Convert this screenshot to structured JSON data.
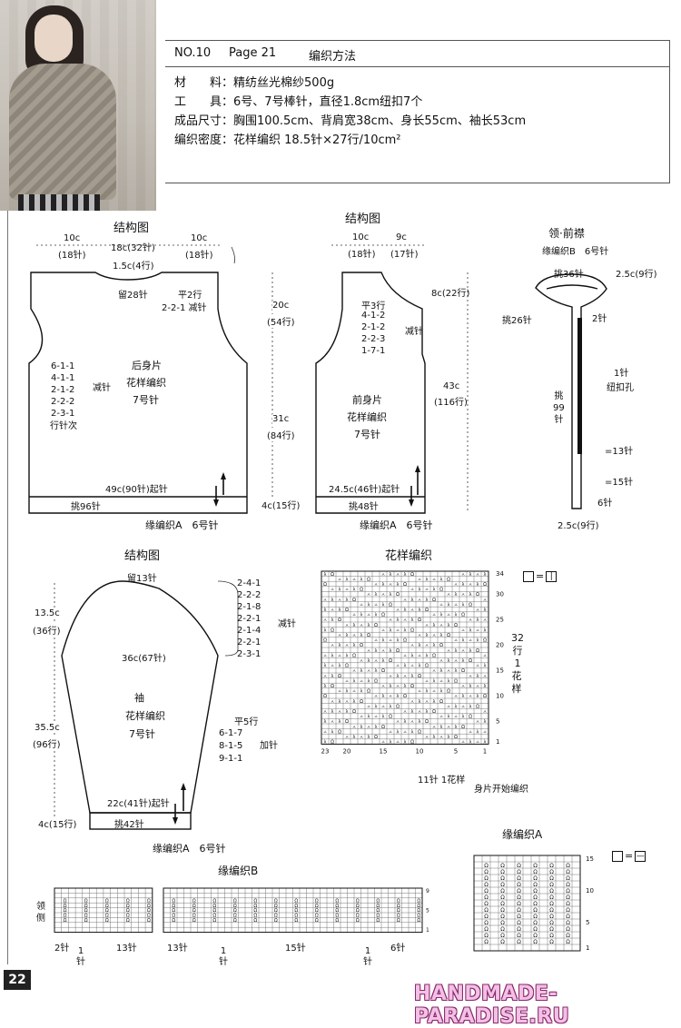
{
  "header": {
    "no": "NO.10",
    "page": "Page 21",
    "title": "编织方法",
    "materials_label": "材　　料",
    "materials": "精纺丝光棉纱500g",
    "tools_label": "工　　具",
    "tools": "6号、7号棒针，直径1.8cm纽扣7个",
    "size_label": "成品尺寸",
    "size": "胸围100.5cm、背肩宽38cm、身长55cm、袖长53cm",
    "gauge_label": "编织密度",
    "gauge": "花样编织 18.5针×27行/10cm²"
  },
  "back": {
    "title": "结构图",
    "w_left": "10c",
    "w_left_st": "(18针)",
    "w_mid": "18c(32针)",
    "w_right": "10c",
    "w_right_st": "(18针)",
    "neck_depth": "1.5c(4行)",
    "neck_keep": "留28针",
    "flat": "平2行",
    "neck_dec": "2-2-1 减针",
    "armhole_dec": [
      "6-1-1",
      "4-1-1",
      "2-1-2",
      "2-2-2",
      "2-3-1"
    ],
    "armhole_dec_label": "减针",
    "bind": "行针次",
    "name": "后身片",
    "pattern": "花样编织",
    "needle": "7号针",
    "h_top": "20c",
    "h_top_rows": "(54行)",
    "h_mid": "31c",
    "h_mid_rows": "(84行)",
    "h_bot": "4c(15行)",
    "cast_on": "49c(90针)起针",
    "pickup": "挑96针",
    "edge": "缘编织A　6号针"
  },
  "front": {
    "title": "结构图",
    "w_left": "10c",
    "w_left_st": "(18针)",
    "w_right": "9c",
    "w_right_st": "(17针)",
    "neck_h": "8c(22行)",
    "flat": "平3行",
    "neck_dec": [
      "4-1-2",
      "2-1-2",
      "2-2-3",
      "1-7-1"
    ],
    "neck_dec_label": "减针",
    "h_total": "43c",
    "h_total_rows": "(116行)",
    "name": "前身片",
    "pattern": "花样编织",
    "needle": "7号针",
    "cast_on": "24.5c(46针)起针",
    "pickup": "挑48针",
    "edge": "缘编织A　6号针"
  },
  "collar": {
    "title": "领·前襟",
    "sub": "缘编织B　6号针",
    "pick36": "挑36针",
    "top_w": "2.5c(9行)",
    "pick26": "挑26针",
    "two_st": "2针",
    "pick99": "挑",
    "pick99_num": "99",
    "pick99_st": "针",
    "one_st": "1针",
    "button_hole": "纽扣孔",
    "st13": "=13针",
    "st15": "=15针",
    "st6": "6针",
    "bot_w": "2.5c(9行)"
  },
  "sleeve": {
    "title": "结构图",
    "keep": "留13针",
    "cap_h": "13.5c",
    "cap_rows": "(36行)",
    "cap_dec": [
      "2-4-1",
      "2-2-2",
      "2-1-8",
      "2-2-1",
      "2-1-4",
      "2-2-1",
      "2-3-1"
    ],
    "cap_dec_label": "减针",
    "width": "36c(67针)",
    "name": "袖",
    "pattern": "花样编织",
    "needle": "7号针",
    "flat": "平5行",
    "inc": [
      "6-1-7",
      "8-1-5",
      "9-1-1"
    ],
    "inc_label": "加针",
    "body_h": "35.5c",
    "body_rows": "(96行)",
    "cast_on": "22c(41针)起针",
    "cuff_h": "4c(15行)",
    "pickup": "挑42针",
    "edge": "缘编织A　6号针"
  },
  "chart": {
    "title": "花样编织",
    "legend_eq": "=",
    "row_nums": [
      "34",
      "30",
      "25",
      "20",
      "15",
      "10",
      "5",
      "1"
    ],
    "col_nums": [
      "23",
      "20",
      "15",
      "10",
      "5",
      "1"
    ],
    "side_rows": "32",
    "side_row_label": "行",
    "side_one": "1",
    "side_pattern_label": "花样",
    "bottom": "11针",
    "bottom_pattern": "1花样",
    "start": "身片开始编织"
  },
  "edgeA": {
    "title": "缘编织A",
    "legend_eq": "=",
    "row_nums": [
      "15",
      "10",
      "5",
      "1"
    ]
  },
  "edgeB": {
    "title": "缘编织B",
    "side": [
      "领",
      "侧"
    ],
    "row_nums": [
      "9",
      "5",
      "1"
    ],
    "b1": "2针",
    "b2": "13针",
    "b3": "13针",
    "b4": "15针",
    "b5": "6针",
    "one": "1",
    "one_st": "针"
  },
  "page_number": "22",
  "watermark": "HANDMADE-PARADISE.RU"
}
